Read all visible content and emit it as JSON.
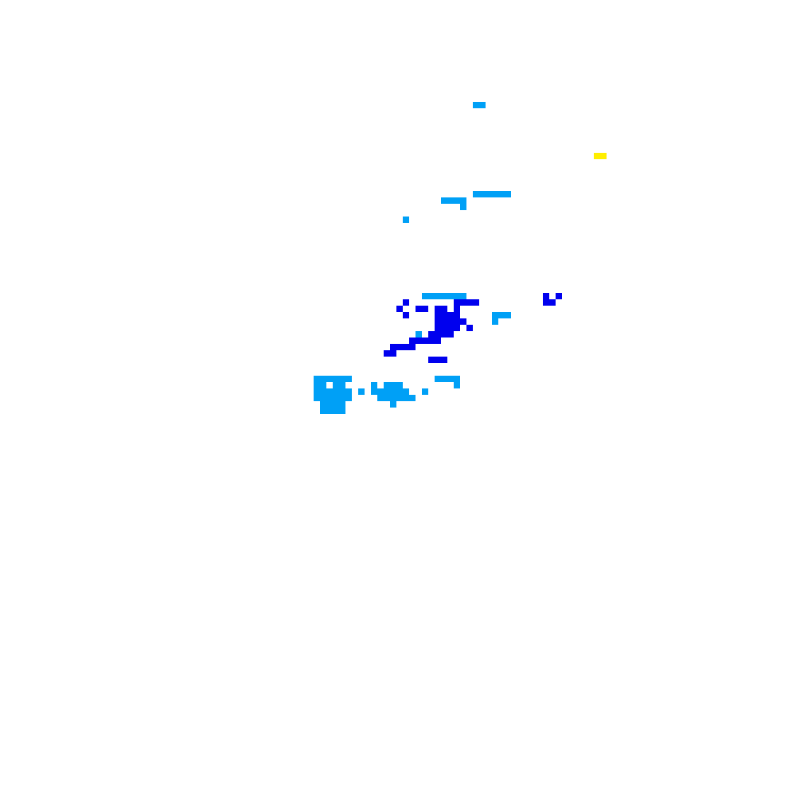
{
  "colors": {
    "background": "#ffffff",
    "intensity_high": "#0000ee",
    "intensity_low": "#00a0f6",
    "intensity_marker": "#ffee00"
  },
  "layers": [
    {
      "name": "echo-light-blue",
      "color_key": "intensity_low",
      "cells": [
        [
          74,
          16
        ],
        [
          75,
          16
        ],
        [
          74,
          30
        ],
        [
          75,
          30
        ],
        [
          76,
          30
        ],
        [
          77,
          30
        ],
        [
          78,
          30
        ],
        [
          79,
          30
        ],
        [
          69,
          31
        ],
        [
          70,
          31
        ],
        [
          71,
          31
        ],
        [
          72,
          31
        ],
        [
          72,
          32
        ],
        [
          63,
          34
        ],
        [
          66,
          46
        ],
        [
          67,
          46
        ],
        [
          68,
          46
        ],
        [
          69,
          46
        ],
        [
          70,
          46
        ],
        [
          71,
          46
        ],
        [
          72,
          46
        ],
        [
          71,
          47
        ],
        [
          65,
          52
        ],
        [
          49,
          59
        ],
        [
          50,
          59
        ],
        [
          51,
          59
        ],
        [
          52,
          59
        ],
        [
          53,
          59
        ],
        [
          54,
          59
        ],
        [
          49,
          60
        ],
        [
          50,
          60
        ],
        [
          52,
          60
        ],
        [
          53,
          60
        ],
        [
          49,
          61
        ],
        [
          50,
          61
        ],
        [
          51,
          61
        ],
        [
          52,
          61
        ],
        [
          53,
          61
        ],
        [
          54,
          61
        ],
        [
          49,
          62
        ],
        [
          50,
          62
        ],
        [
          51,
          62
        ],
        [
          52,
          62
        ],
        [
          53,
          62
        ],
        [
          54,
          62
        ],
        [
          50,
          63
        ],
        [
          51,
          63
        ],
        [
          52,
          63
        ],
        [
          53,
          63
        ],
        [
          50,
          64
        ],
        [
          51,
          64
        ],
        [
          52,
          64
        ],
        [
          53,
          64
        ],
        [
          56,
          61
        ],
        [
          58,
          60
        ],
        [
          58,
          61
        ],
        [
          59,
          61
        ],
        [
          60,
          61
        ],
        [
          61,
          61
        ],
        [
          62,
          61
        ],
        [
          63,
          61
        ],
        [
          59,
          62
        ],
        [
          60,
          62
        ],
        [
          61,
          62
        ],
        [
          62,
          62
        ],
        [
          63,
          62
        ],
        [
          64,
          62
        ],
        [
          60,
          60
        ],
        [
          61,
          60
        ],
        [
          62,
          60
        ],
        [
          61,
          63
        ],
        [
          66,
          61
        ],
        [
          68,
          59
        ],
        [
          69,
          59
        ],
        [
          70,
          59
        ],
        [
          71,
          59
        ],
        [
          71,
          60
        ],
        [
          77,
          49
        ],
        [
          78,
          49
        ],
        [
          79,
          49
        ],
        [
          77,
          50
        ]
      ]
    },
    {
      "name": "echo-dark-blue",
      "color_key": "intensity_high",
      "cells": [
        [
          85,
          46
        ],
        [
          87,
          46
        ],
        [
          85,
          47
        ],
        [
          86,
          47
        ],
        [
          71,
          47
        ],
        [
          72,
          47
        ],
        [
          73,
          47
        ],
        [
          74,
          47
        ],
        [
          71,
          48
        ],
        [
          63,
          47
        ],
        [
          62,
          48
        ],
        [
          65,
          48
        ],
        [
          66,
          48
        ],
        [
          63,
          49
        ],
        [
          68,
          48
        ],
        [
          69,
          48
        ],
        [
          68,
          49
        ],
        [
          69,
          49
        ],
        [
          70,
          49
        ],
        [
          71,
          49
        ],
        [
          68,
          50
        ],
        [
          69,
          50
        ],
        [
          70,
          50
        ],
        [
          71,
          50
        ],
        [
          72,
          50
        ],
        [
          68,
          51
        ],
        [
          69,
          51
        ],
        [
          70,
          51
        ],
        [
          71,
          51
        ],
        [
          67,
          52
        ],
        [
          68,
          52
        ],
        [
          69,
          52
        ],
        [
          70,
          52
        ],
        [
          66,
          53
        ],
        [
          67,
          53
        ],
        [
          68,
          53
        ],
        [
          64,
          53
        ],
        [
          65,
          53
        ],
        [
          61,
          54
        ],
        [
          62,
          54
        ],
        [
          63,
          54
        ],
        [
          64,
          54
        ],
        [
          60,
          55
        ],
        [
          61,
          55
        ],
        [
          73,
          51
        ],
        [
          67,
          56
        ],
        [
          68,
          56
        ],
        [
          69,
          56
        ]
      ]
    },
    {
      "name": "echo-yellow",
      "color_key": "intensity_marker",
      "cells": [
        [
          93,
          24
        ],
        [
          94,
          24
        ]
      ]
    }
  ]
}
